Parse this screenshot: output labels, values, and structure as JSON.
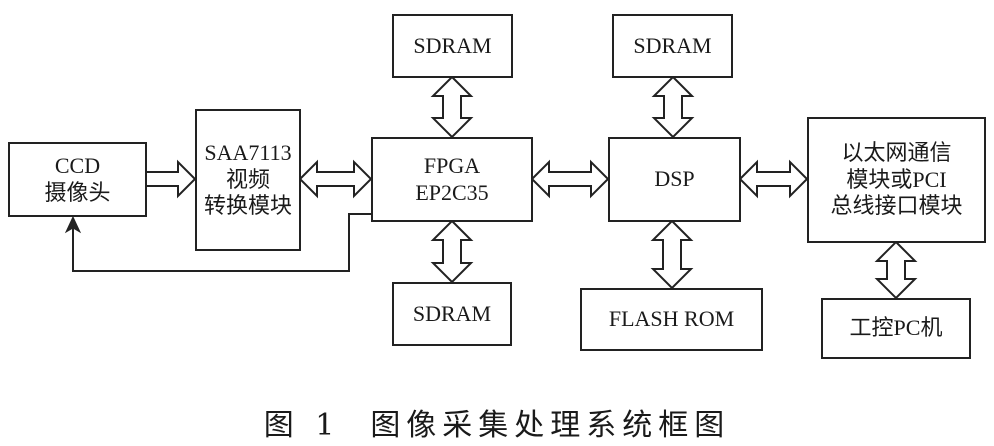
{
  "diagram": {
    "blocks": {
      "ccd": {
        "lines": [
          "CCD",
          "摄像头"
        ]
      },
      "saa7113": {
        "lines": [
          "SAA7113",
          "视频",
          "转换模块"
        ]
      },
      "fpga": {
        "lines": [
          "FPGA",
          "EP2C35"
        ]
      },
      "sdram_fpga_top": {
        "lines": [
          "SDRAM"
        ]
      },
      "sdram_fpga_bottom": {
        "lines": [
          "SDRAM"
        ]
      },
      "dsp": {
        "lines": [
          "DSP"
        ]
      },
      "sdram_dsp_top": {
        "lines": [
          "SDRAM"
        ]
      },
      "flash_rom": {
        "lines": [
          "FLASH ROM"
        ]
      },
      "ethernet_pci": {
        "lines": [
          "以太网通信",
          "模块或PCI",
          "总线接口模块"
        ]
      },
      "industrial_pc": {
        "lines": [
          "工控PC机"
        ]
      }
    },
    "connections": [
      {
        "from": "ccd",
        "to": "saa7113",
        "type": "unidirectional-bus"
      },
      {
        "from": "saa7113",
        "to": "fpga",
        "type": "bidirectional-bus"
      },
      {
        "from": "fpga",
        "to": "sdram_fpga_top",
        "type": "bidirectional-bus"
      },
      {
        "from": "fpga",
        "to": "sdram_fpga_bottom",
        "type": "bidirectional-bus"
      },
      {
        "from": "fpga",
        "to": "dsp",
        "type": "bidirectional-bus"
      },
      {
        "from": "dsp",
        "to": "sdram_dsp_top",
        "type": "bidirectional-bus"
      },
      {
        "from": "dsp",
        "to": "flash_rom",
        "type": "bidirectional-bus"
      },
      {
        "from": "dsp",
        "to": "ethernet_pci",
        "type": "bidirectional-bus"
      },
      {
        "from": "ethernet_pci",
        "to": "industrial_pc",
        "type": "bidirectional-bus"
      },
      {
        "from": "fpga",
        "to": "ccd",
        "type": "control-line"
      }
    ]
  },
  "caption": {
    "figure_number": "图 1",
    "title": "图像采集处理系统框图"
  }
}
